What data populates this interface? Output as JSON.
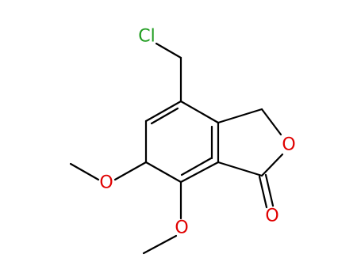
{
  "molecule": {
    "labels": {
      "chlorine": "Cl",
      "ring_oxygen": "O",
      "carbonyl_oxygen": "O",
      "methoxy_oxygen_upper": "O",
      "methoxy_oxygen_lower": "O"
    },
    "colors": {
      "bond": "#000000",
      "chlorine": "#1f9c1f",
      "oxygen": "#e00000"
    }
  }
}
